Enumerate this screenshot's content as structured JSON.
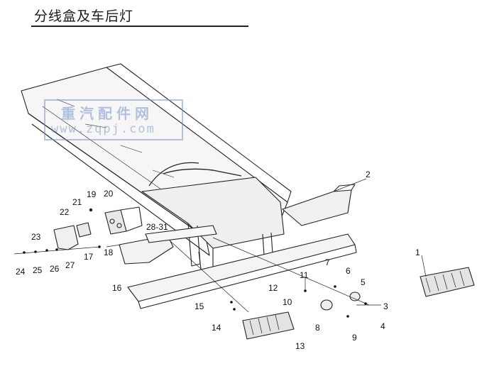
{
  "title": "分线盒及车后灯",
  "watermark": {
    "cn": "重汽配件网",
    "url": "www.zqpj.com"
  },
  "callouts": [
    "1",
    "2",
    "3",
    "4",
    "5",
    "6",
    "7",
    "8",
    "9",
    "10",
    "11",
    "12",
    "13",
    "14",
    "15",
    "16",
    "17",
    "18",
    "19",
    "20",
    "21",
    "22",
    "23",
    "24",
    "25",
    "26",
    "27",
    "28-31"
  ]
}
